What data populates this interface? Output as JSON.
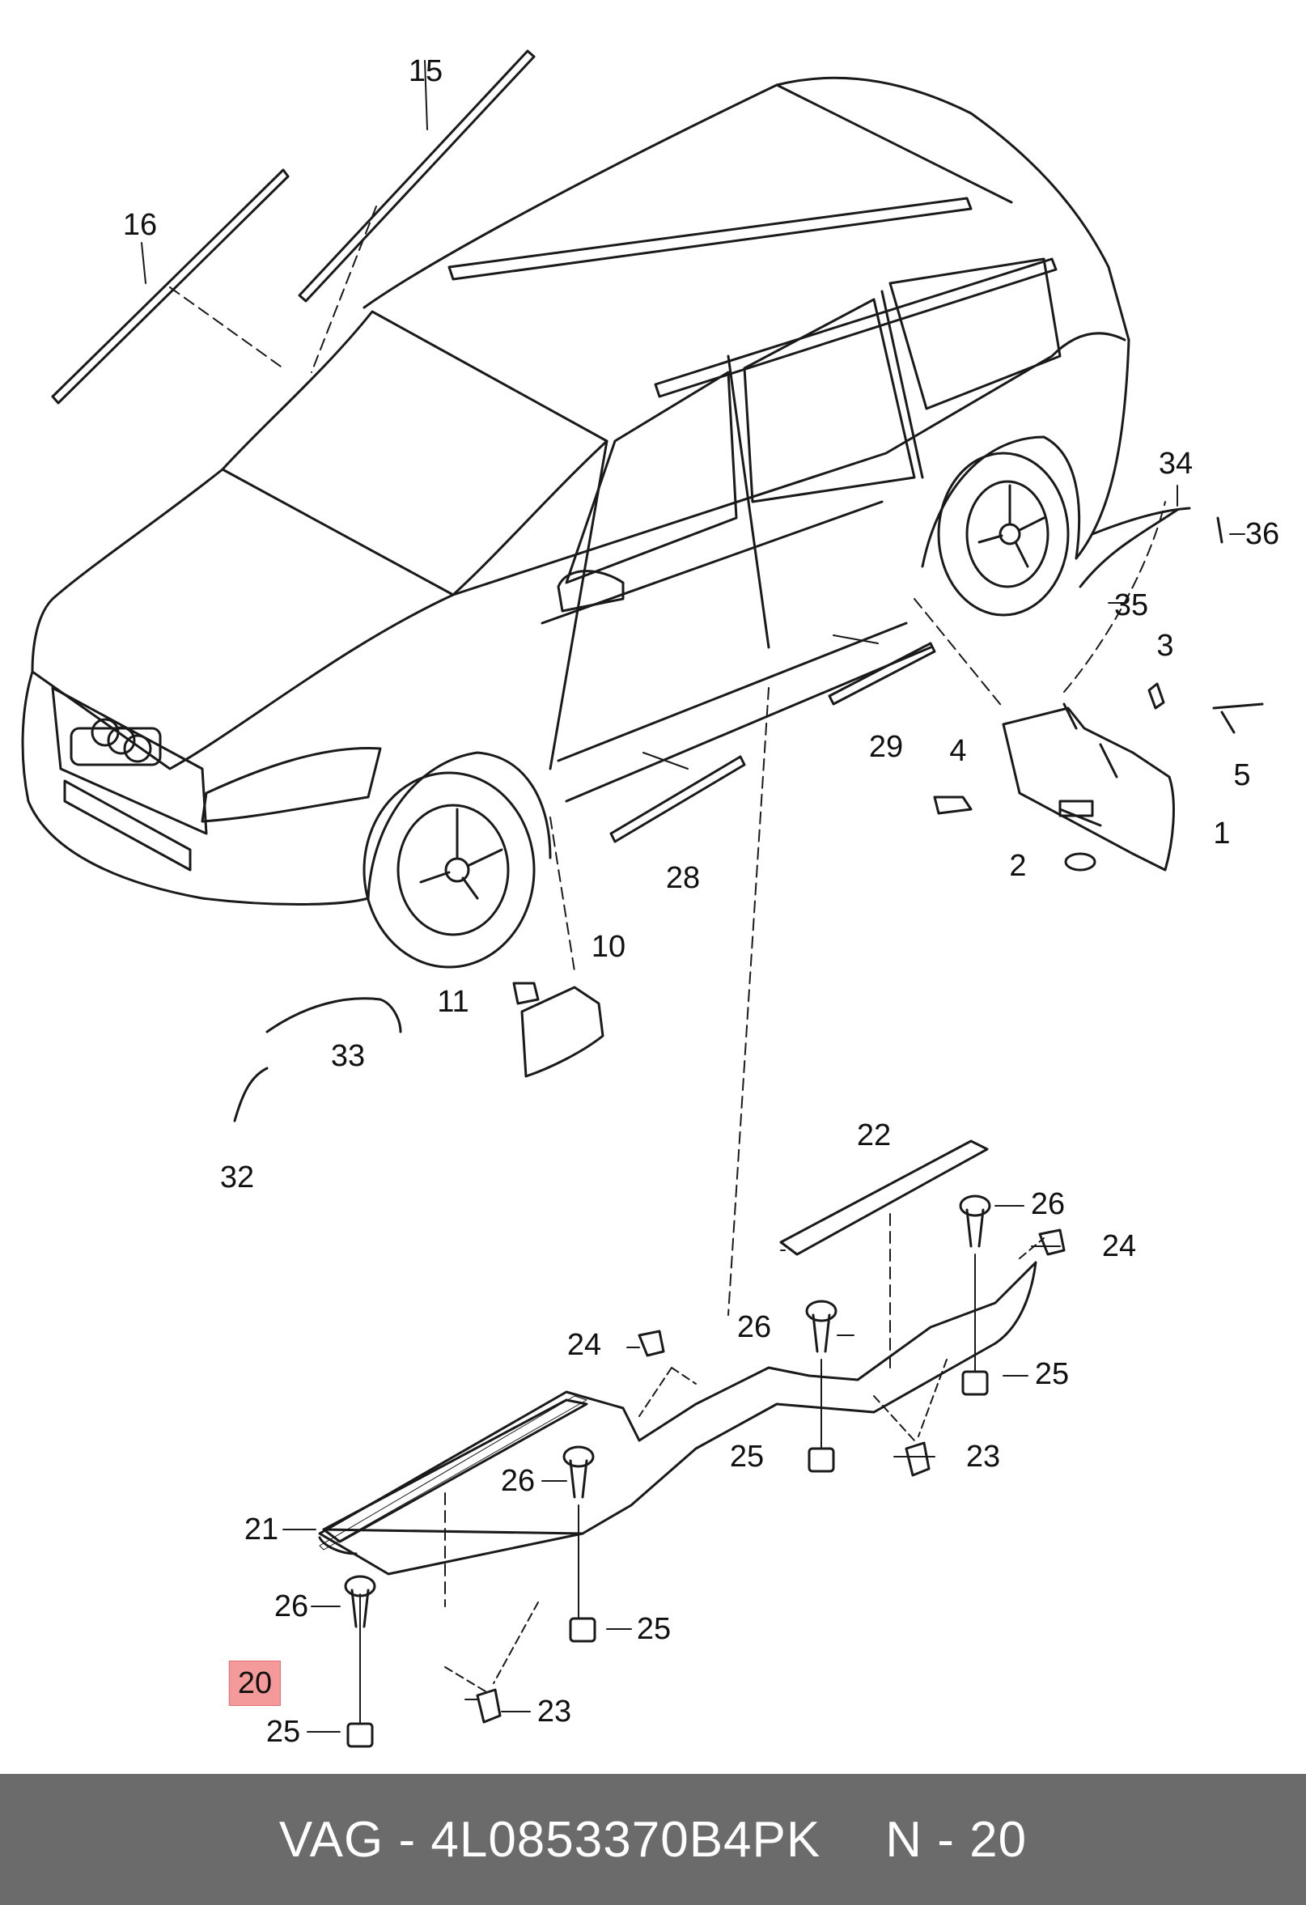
{
  "diagram": {
    "callouts": [
      "15",
      "16",
      "34",
      "36",
      "35",
      "3",
      "5",
      "4",
      "1",
      "2",
      "29",
      "28",
      "10",
      "11",
      "33",
      "32",
      "22",
      "26",
      "24",
      "24",
      "26",
      "25",
      "25",
      "23",
      "21",
      "26",
      "25",
      "26",
      "20",
      "25",
      "23"
    ],
    "highlighted_callout": "20"
  },
  "footer": {
    "brand": "VAG",
    "separator": "-",
    "part_number": "4L0853370B4PK",
    "ref_prefix": "N",
    "ref_separator": "-",
    "ref_number": "20"
  }
}
